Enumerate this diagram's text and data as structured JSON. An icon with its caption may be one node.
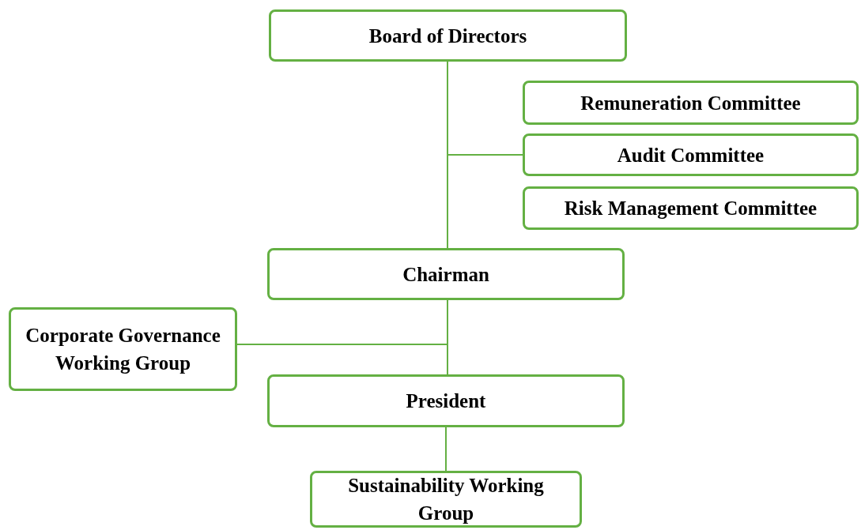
{
  "diagram": {
    "nodes": [
      {
        "text": [
          "Board of Directors"
        ]
      },
      {
        "text": [
          "Remuneration Committee"
        ]
      },
      {
        "text": [
          "Audit Committee"
        ]
      },
      {
        "text": [
          "Risk Management Committee"
        ]
      },
      {
        "text": [
          "Chairman"
        ]
      },
      {
        "text": [
          "Corporate Governance Working Group"
        ]
      },
      {
        "text": [
          "President"
        ]
      },
      {
        "text": [
          "Sustainability Working Group"
        ]
      }
    ],
    "edges": [
      {
        "from": 0,
        "to": 4,
        "arrow": "none"
      },
      {
        "from": 0,
        "to": 2,
        "arrow": "none"
      },
      {
        "from": 4,
        "to": 5,
        "arrow": "none"
      },
      {
        "from": 4,
        "to": 6,
        "arrow": "none"
      },
      {
        "from": 6,
        "to": 7,
        "arrow": "none"
      }
    ]
  }
}
